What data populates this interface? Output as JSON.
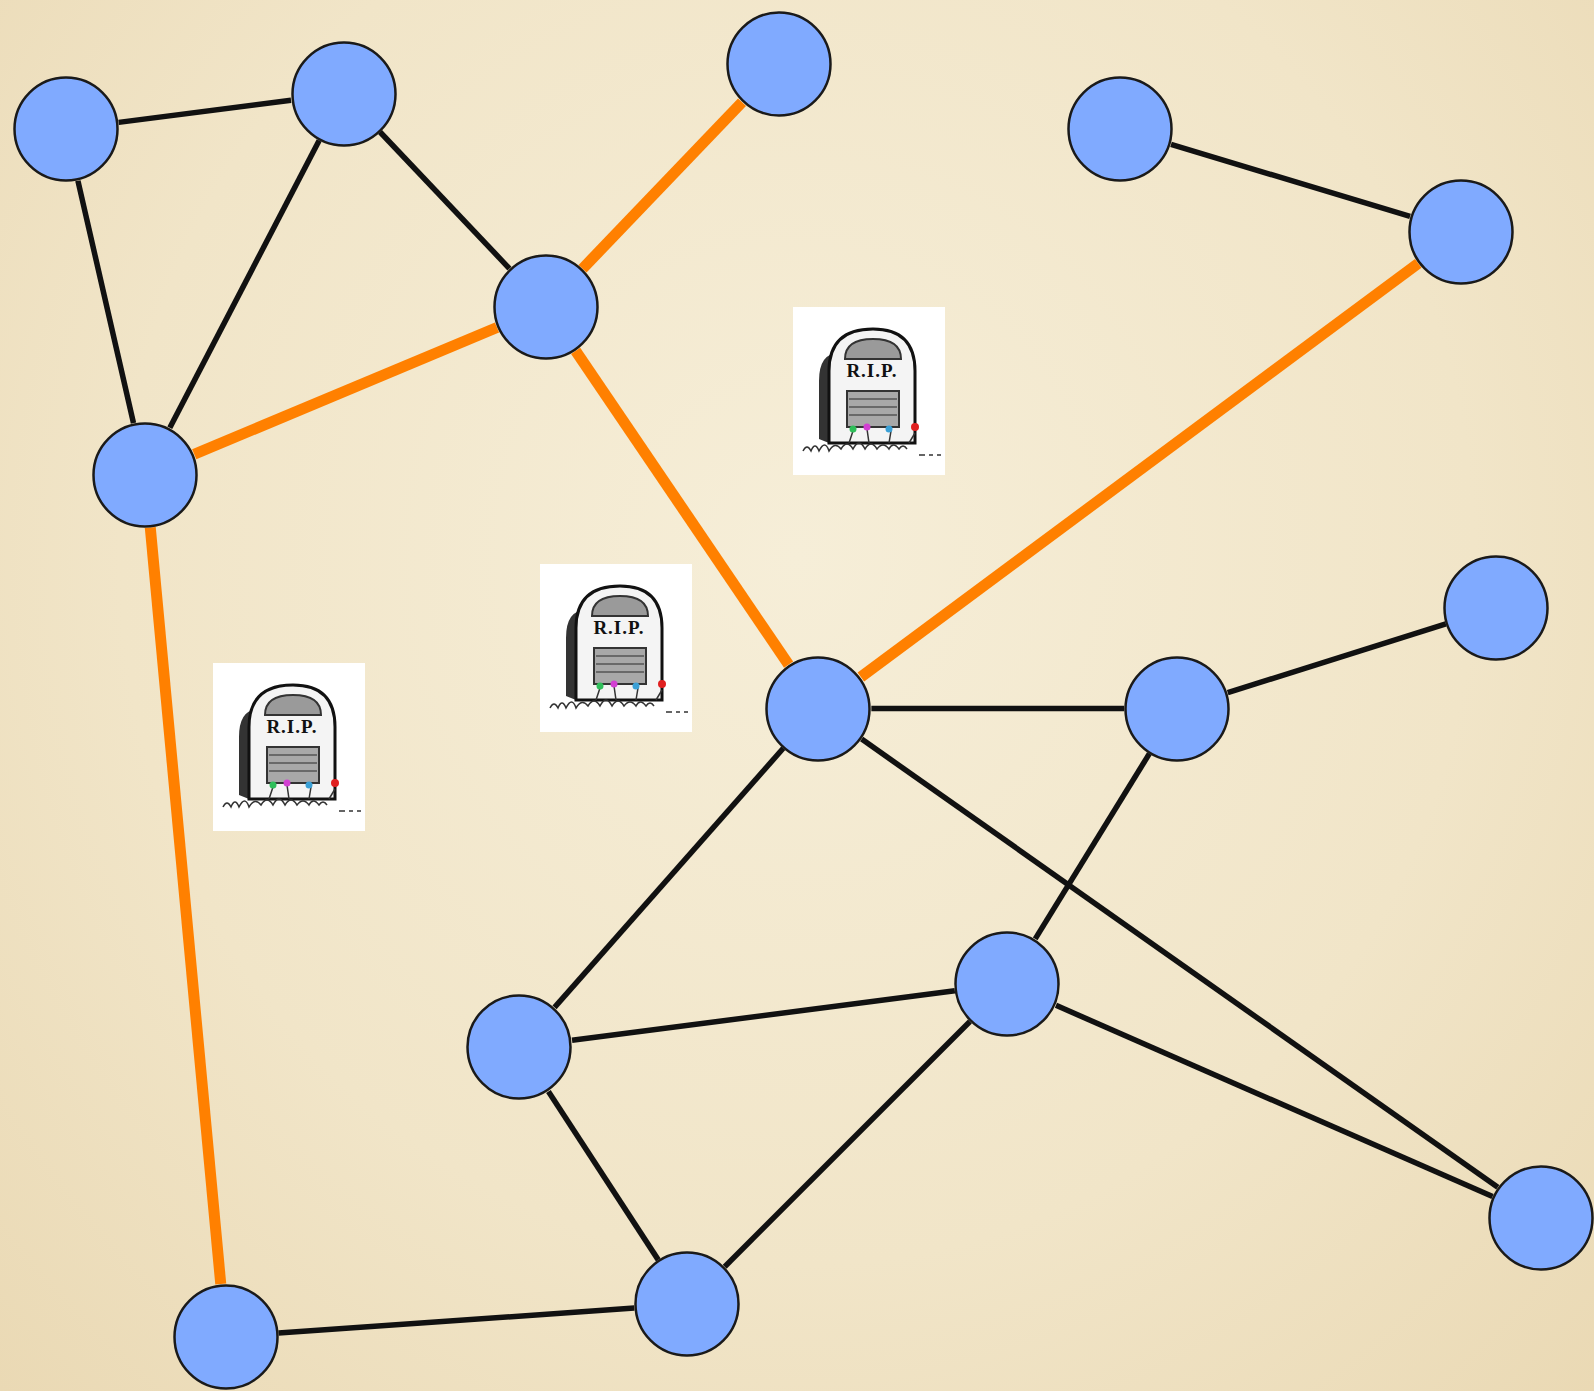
{
  "diagram": {
    "nodes": [
      {
        "text": []
      },
      {
        "text": []
      },
      {
        "text": []
      },
      {
        "text": []
      },
      {
        "text": []
      },
      {
        "text": []
      },
      {
        "text": []
      },
      {
        "text": []
      },
      {
        "text": []
      },
      {
        "text": []
      },
      {
        "text": []
      },
      {
        "text": []
      },
      {
        "text": []
      },
      {
        "text": []
      },
      {
        "text": []
      }
    ],
    "edges": [
      {
        "from": 0,
        "to": 1,
        "arrow": "none"
      },
      {
        "from": 0,
        "to": 4,
        "arrow": "none"
      },
      {
        "from": 1,
        "to": 4,
        "arrow": "none"
      },
      {
        "from": 1,
        "to": 3,
        "arrow": "none"
      },
      {
        "from": 3,
        "to": 2,
        "arrow": "none"
      },
      {
        "from": 3,
        "to": 4,
        "arrow": "none"
      },
      {
        "from": 3,
        "to": 8,
        "arrow": "none"
      },
      {
        "from": 8,
        "to": 6,
        "arrow": "none"
      },
      {
        "from": 5,
        "to": 6,
        "arrow": "none"
      },
      {
        "from": 4,
        "to": 14,
        "arrow": "none"
      },
      {
        "from": 8,
        "to": 9,
        "arrow": "none"
      },
      {
        "from": 9,
        "to": 7,
        "arrow": "none"
      },
      {
        "from": 8,
        "to": 11,
        "arrow": "none"
      },
      {
        "from": 8,
        "to": 12,
        "arrow": "none"
      },
      {
        "from": 9,
        "to": 10,
        "arrow": "none"
      },
      {
        "from": 11,
        "to": 10,
        "arrow": "none"
      },
      {
        "from": 10,
        "to": 12,
        "arrow": "none"
      },
      {
        "from": 11,
        "to": 13,
        "arrow": "none"
      },
      {
        "from": 10,
        "to": 13,
        "arrow": "none"
      },
      {
        "from": 14,
        "to": 13,
        "arrow": "none"
      }
    ],
    "labels": [
      "R.I.P.",
      "R.I.P.",
      "R.I.P."
    ]
  }
}
